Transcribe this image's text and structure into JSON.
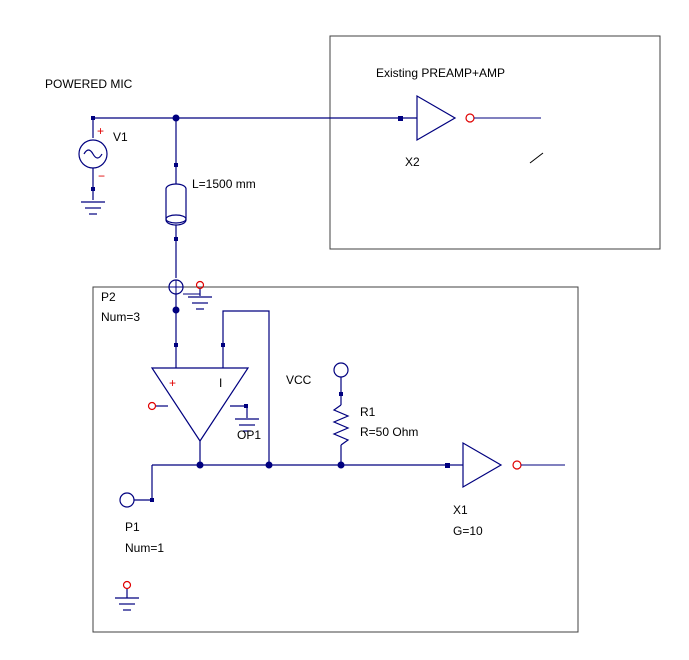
{
  "colors": {
    "wire": "#00007f",
    "frame": "#404040",
    "symbol": "#00007f",
    "marker": "#e00000",
    "text": "#000000"
  },
  "labels": {
    "powered_mic": "POWERED MIC",
    "existing_amp": "Existing PREAMP+AMP",
    "v1": "V1",
    "v1_plus": "+",
    "v1_minus": "−",
    "tline": "L=1500 mm",
    "x2": "X2",
    "p2": "P2",
    "p2_num": "Num=3",
    "opamp_plus": "+",
    "opamp_i": "I",
    "op1": "OP1",
    "vcc": "VCC",
    "r1": "R1",
    "r1_val": "R=50 Ohm",
    "p1": "P1",
    "p1_num": "Num=1",
    "x1": "X1",
    "x1_gain": "G=10"
  }
}
